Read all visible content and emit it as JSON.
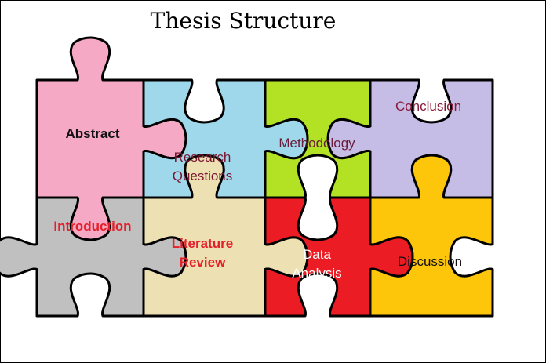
{
  "title": "Thesis Structure",
  "pieces": [
    {
      "id": "abstract",
      "lines": [
        "Abstract"
      ],
      "fill": "#f6a9c4",
      "text_color": "#111111",
      "bold": true
    },
    {
      "id": "research",
      "lines": [
        "Research",
        "Questions"
      ],
      "fill": "#9ed8ea",
      "text_color": "#7a1530",
      "bold": false
    },
    {
      "id": "methodology",
      "lines": [
        "Methodology"
      ],
      "fill": "#b3e224",
      "text_color": "#6a1a3a",
      "bold": false
    },
    {
      "id": "conclusion",
      "lines": [
        "Conclusion"
      ],
      "fill": "#c6bde6",
      "text_color": "#8a1838",
      "bold": false
    },
    {
      "id": "introduction",
      "lines": [
        "Introduction"
      ],
      "fill": "#c0c0c0",
      "text_color": "#e4202a",
      "bold": true
    },
    {
      "id": "literature",
      "lines": [
        "Literature",
        "Review"
      ],
      "fill": "#ede1b4",
      "text_color": "#e4202a",
      "bold": true
    },
    {
      "id": "data",
      "lines": [
        "Data",
        "Analysis"
      ],
      "fill": "#ec1c24",
      "text_color": "#ffffff",
      "bold": false
    },
    {
      "id": "discussion",
      "lines": [
        "Discussion"
      ],
      "fill": "#fec60a",
      "text_color": "#111111",
      "bold": false
    }
  ]
}
